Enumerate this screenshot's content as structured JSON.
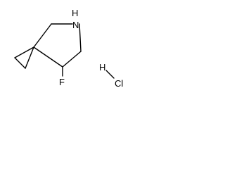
{
  "molecule": {
    "atoms": {
      "nitrogen": "N",
      "nitrogen_hydrogen": "H",
      "fluorine": "F",
      "salt_hydrogen": "H",
      "salt_chlorine": "Cl"
    }
  }
}
